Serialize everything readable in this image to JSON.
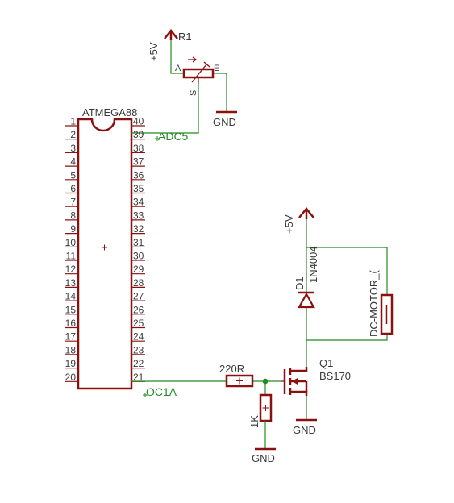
{
  "ic": {
    "name": "ATMEGA88",
    "pins_left": [
      "1",
      "2",
      "3",
      "4",
      "5",
      "6",
      "7",
      "8",
      "9",
      "10",
      "11",
      "12",
      "13",
      "14",
      "15",
      "16",
      "17",
      "18",
      "19",
      "20"
    ],
    "pins_right": [
      "40",
      "39",
      "38",
      "37",
      "36",
      "35",
      "34",
      "33",
      "32",
      "31",
      "30",
      "29",
      "28",
      "27",
      "26",
      "25",
      "24",
      "23",
      "22",
      "21"
    ]
  },
  "nets": {
    "adc": "ADC5",
    "pwm": "OC1A"
  },
  "pot": {
    "ref": "R1",
    "pin_a": "A",
    "pin_e": "E",
    "pin_s": "S",
    "supply": "+5V",
    "ground": "GND"
  },
  "resistor_series": {
    "value": "220R"
  },
  "resistor_pulldown": {
    "value": "1K",
    "ground": "GND"
  },
  "mosfet": {
    "ref": "Q1",
    "value": "BS170",
    "ground": "GND"
  },
  "diode": {
    "ref": "D1",
    "value": "1N4004"
  },
  "motor": {
    "label": "DC-MOTOR_("
  },
  "motor_supply": "+5V",
  "colors": {
    "part": "#8b1010",
    "wire": "#228b22",
    "text": "#3a3a3a"
  }
}
